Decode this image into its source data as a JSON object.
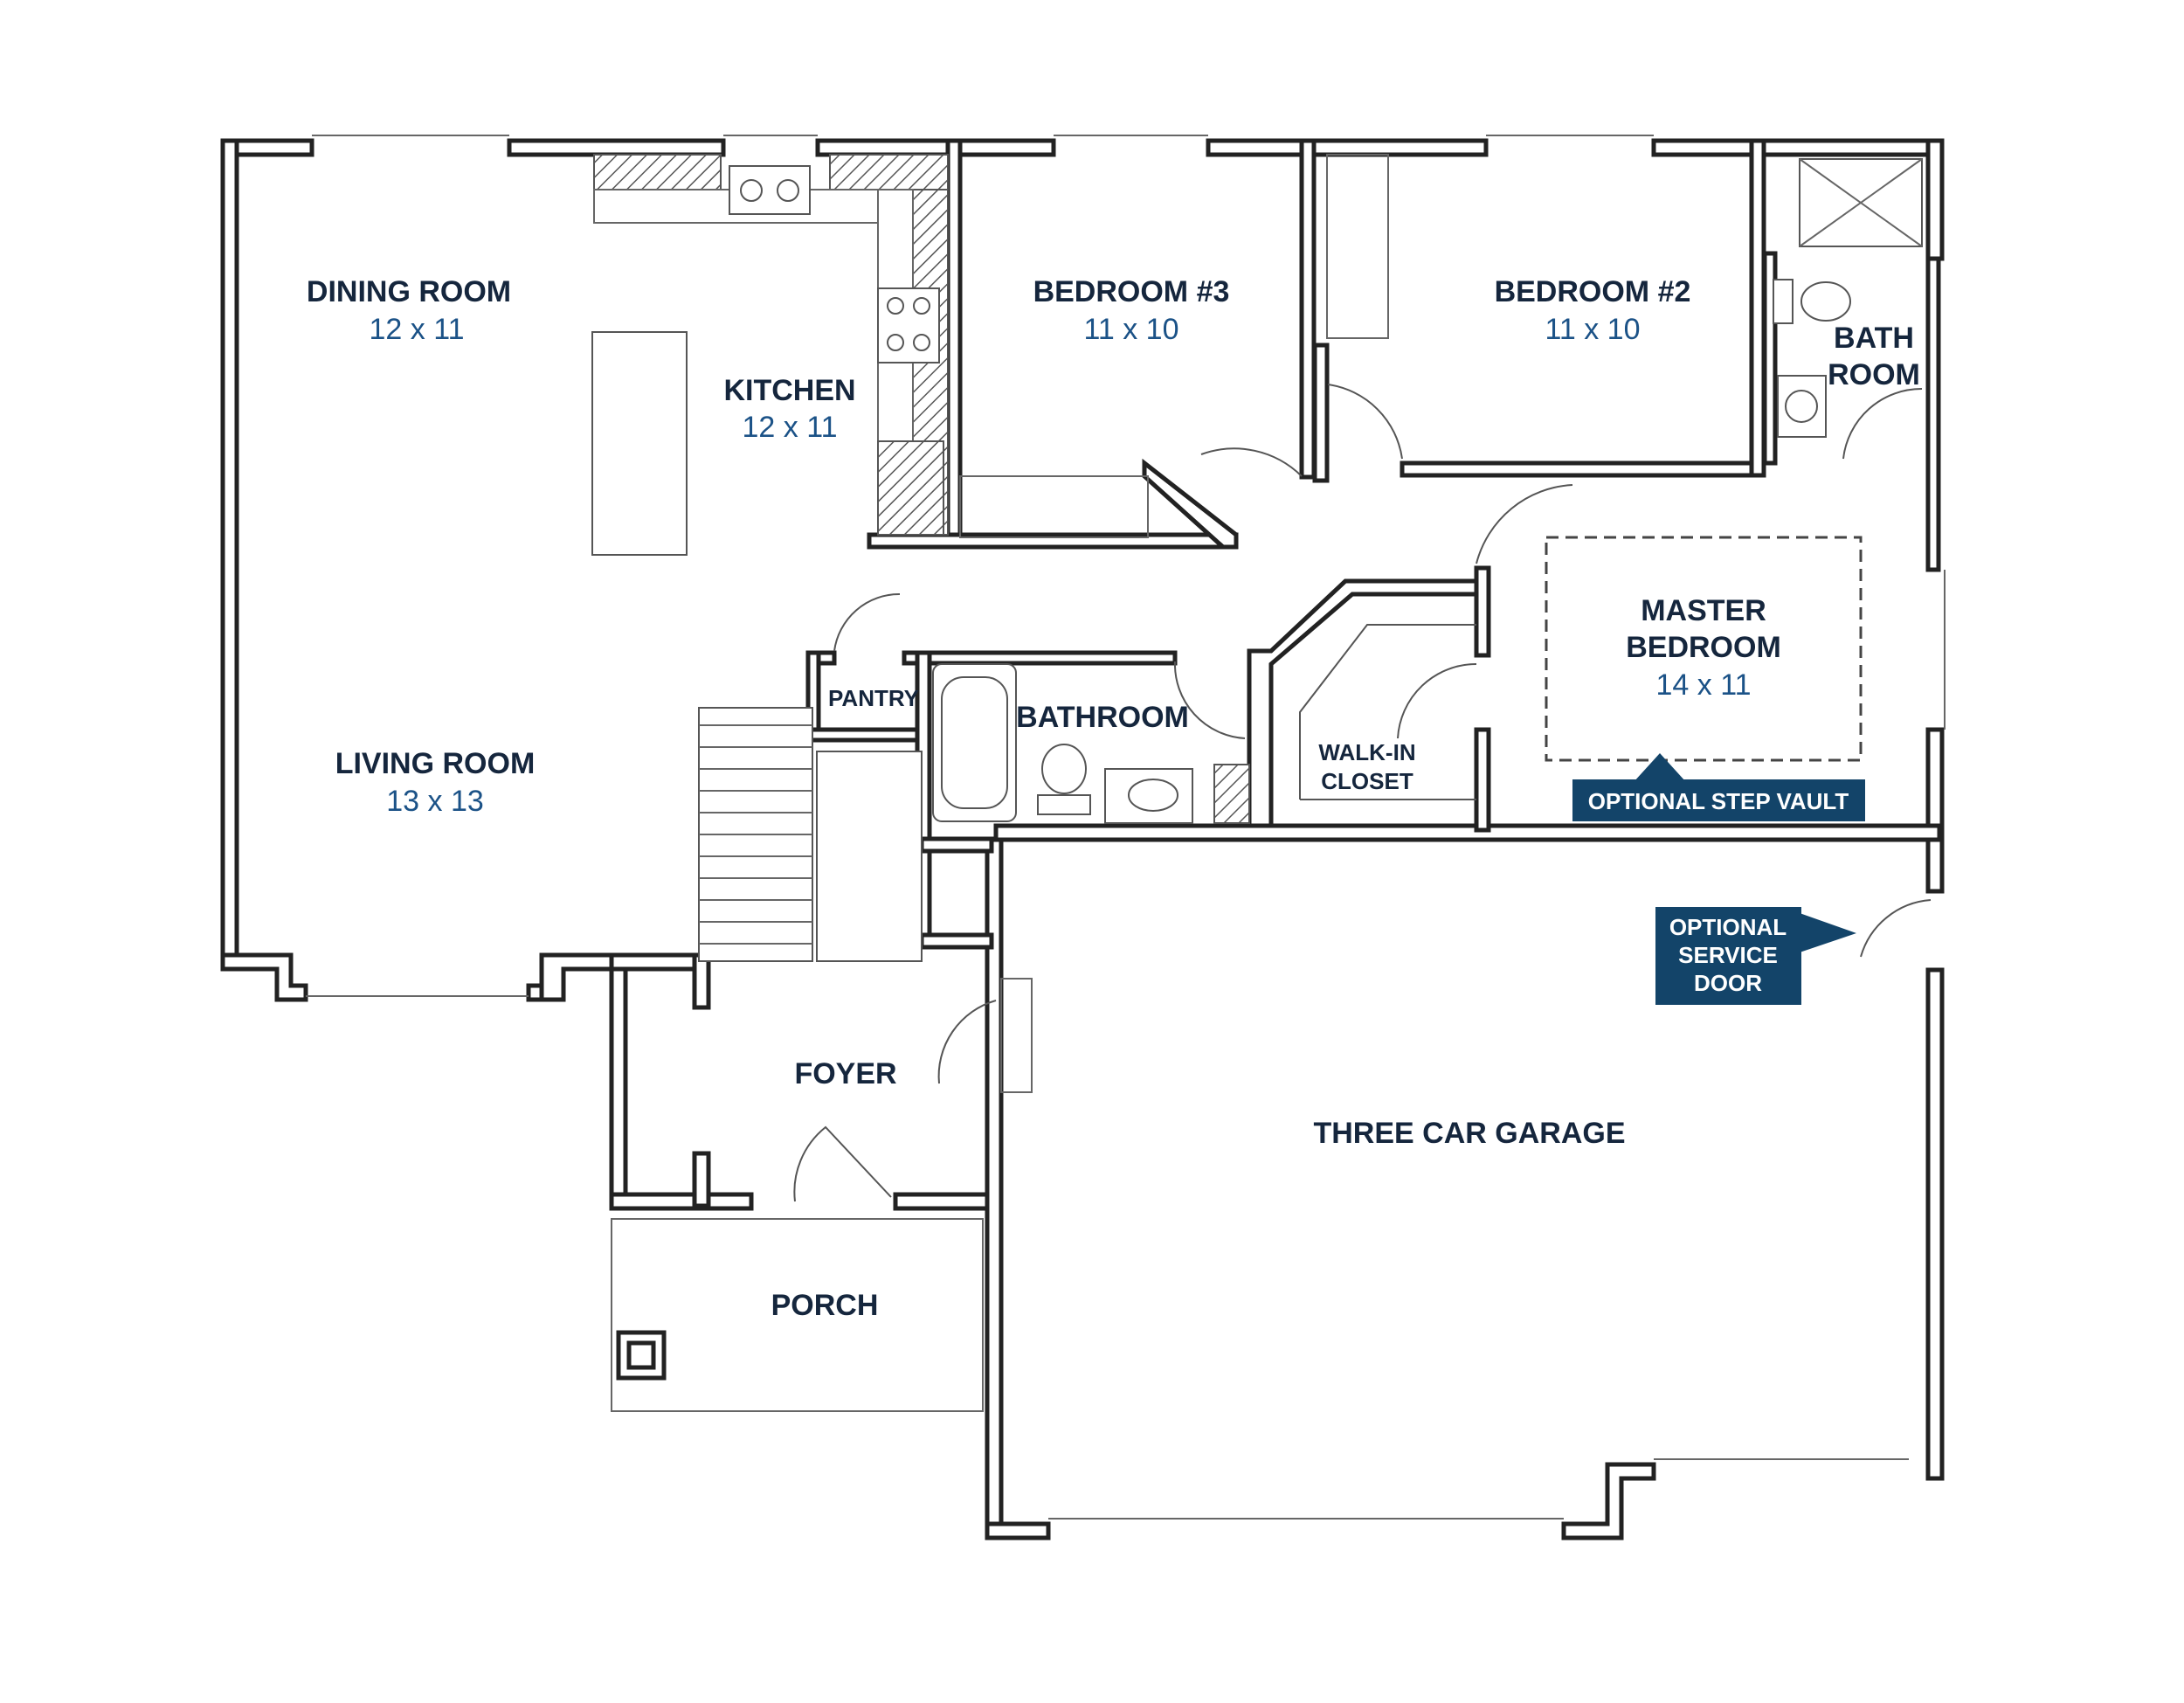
{
  "rooms": {
    "dining": {
      "name": "DINING ROOM",
      "size": "12 x 11"
    },
    "kitchen": {
      "name": "KITCHEN",
      "size": "12 x 11"
    },
    "bedroom3": {
      "name": "BEDROOM #3",
      "size": "11 x 10"
    },
    "bedroom2": {
      "name": "BEDROOM #2",
      "size": "11 x 10"
    },
    "bath_room": {
      "name_line1": "BATH",
      "name_line2": "ROOM"
    },
    "master": {
      "name_line1": "MASTER",
      "name_line2": "BEDROOM",
      "size": "14 x 11"
    },
    "living": {
      "name": "LIVING ROOM",
      "size": "13 x 13"
    },
    "pantry": {
      "name": "PANTRY"
    },
    "bathroom": {
      "name": "BATHROOM"
    },
    "walkin": {
      "name_line1": "WALK-IN",
      "name_line2": "CLOSET"
    },
    "foyer": {
      "name": "FOYER"
    },
    "garage": {
      "name": "THREE CAR GARAGE"
    },
    "porch": {
      "name": "PORCH"
    }
  },
  "callouts": {
    "step_vault": "OPTIONAL STEP VAULT",
    "service_door_line1": "OPTIONAL",
    "service_door_line2": "SERVICE",
    "service_door_line3": "DOOR"
  },
  "colors": {
    "wall": "#222222",
    "label_name": "#15263d",
    "label_dim": "#1b5287",
    "callout_bg": "#134469"
  }
}
